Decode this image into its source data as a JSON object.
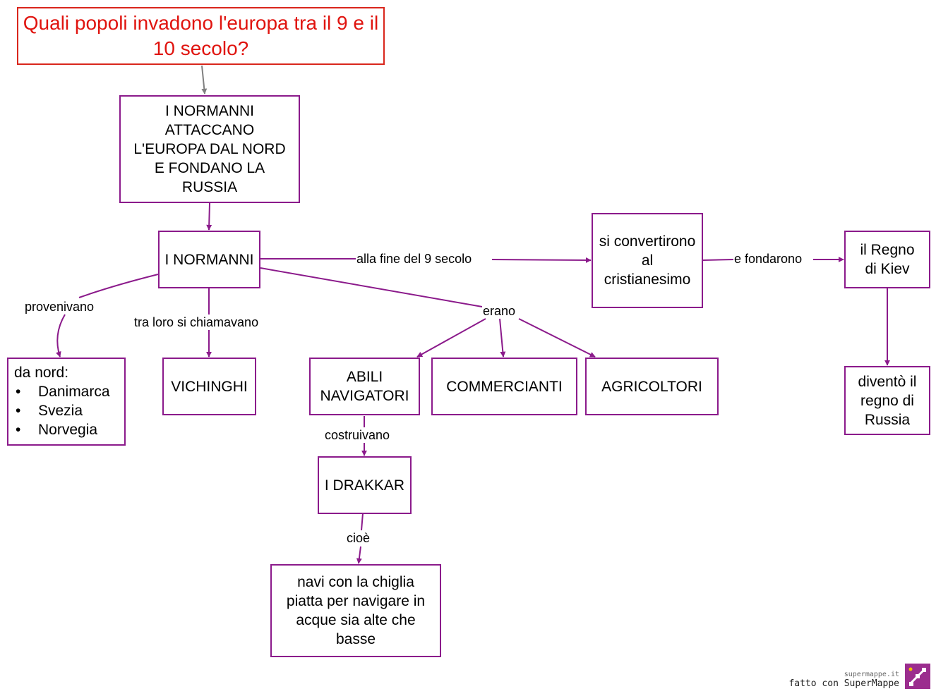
{
  "title": "Quali popoli invadono l'europa tra il 9 e il 10 secolo?",
  "nodes": {
    "intro": "I NORMANNI ATTACCANO L'EUROPA DAL NORD E FONDANO LA RUSSIA",
    "normanni": "I NORMANNI",
    "origin_heading": "da nord:",
    "origin_items": [
      "Danimarca",
      "Svezia",
      "Norvegia"
    ],
    "vichinghi": "VICHINGHI",
    "navigatori": "ABILI NAVIGATORI",
    "commercianti": "COMMERCIANTI",
    "agricoltori": "AGRICOLTORI",
    "drakkar": "I DRAKKAR",
    "navi": "navi con la chiglia piatta per navigare in acque sia alte che basse",
    "cristianesimo": "si convertirono al cristianesimo",
    "kiev": "il Regno di Kiev",
    "russia": "diventò il regno di Russia"
  },
  "labels": {
    "provenivano": "provenivano",
    "chiamavano": "tra loro si chiamavano",
    "erano": "erano",
    "fine_secolo": "alla fine del 9 secolo",
    "fondarono": "e fondarono",
    "costruivano": "costruivano",
    "cioe": "cioè"
  },
  "footer": {
    "site": "supermappe.it",
    "made_with": "fatto con SuperMappe"
  },
  "colors": {
    "edge": "#8b1a8b",
    "title_edge": "#808080",
    "title_text": "#e0140f",
    "title_border": "#d9261c"
  }
}
